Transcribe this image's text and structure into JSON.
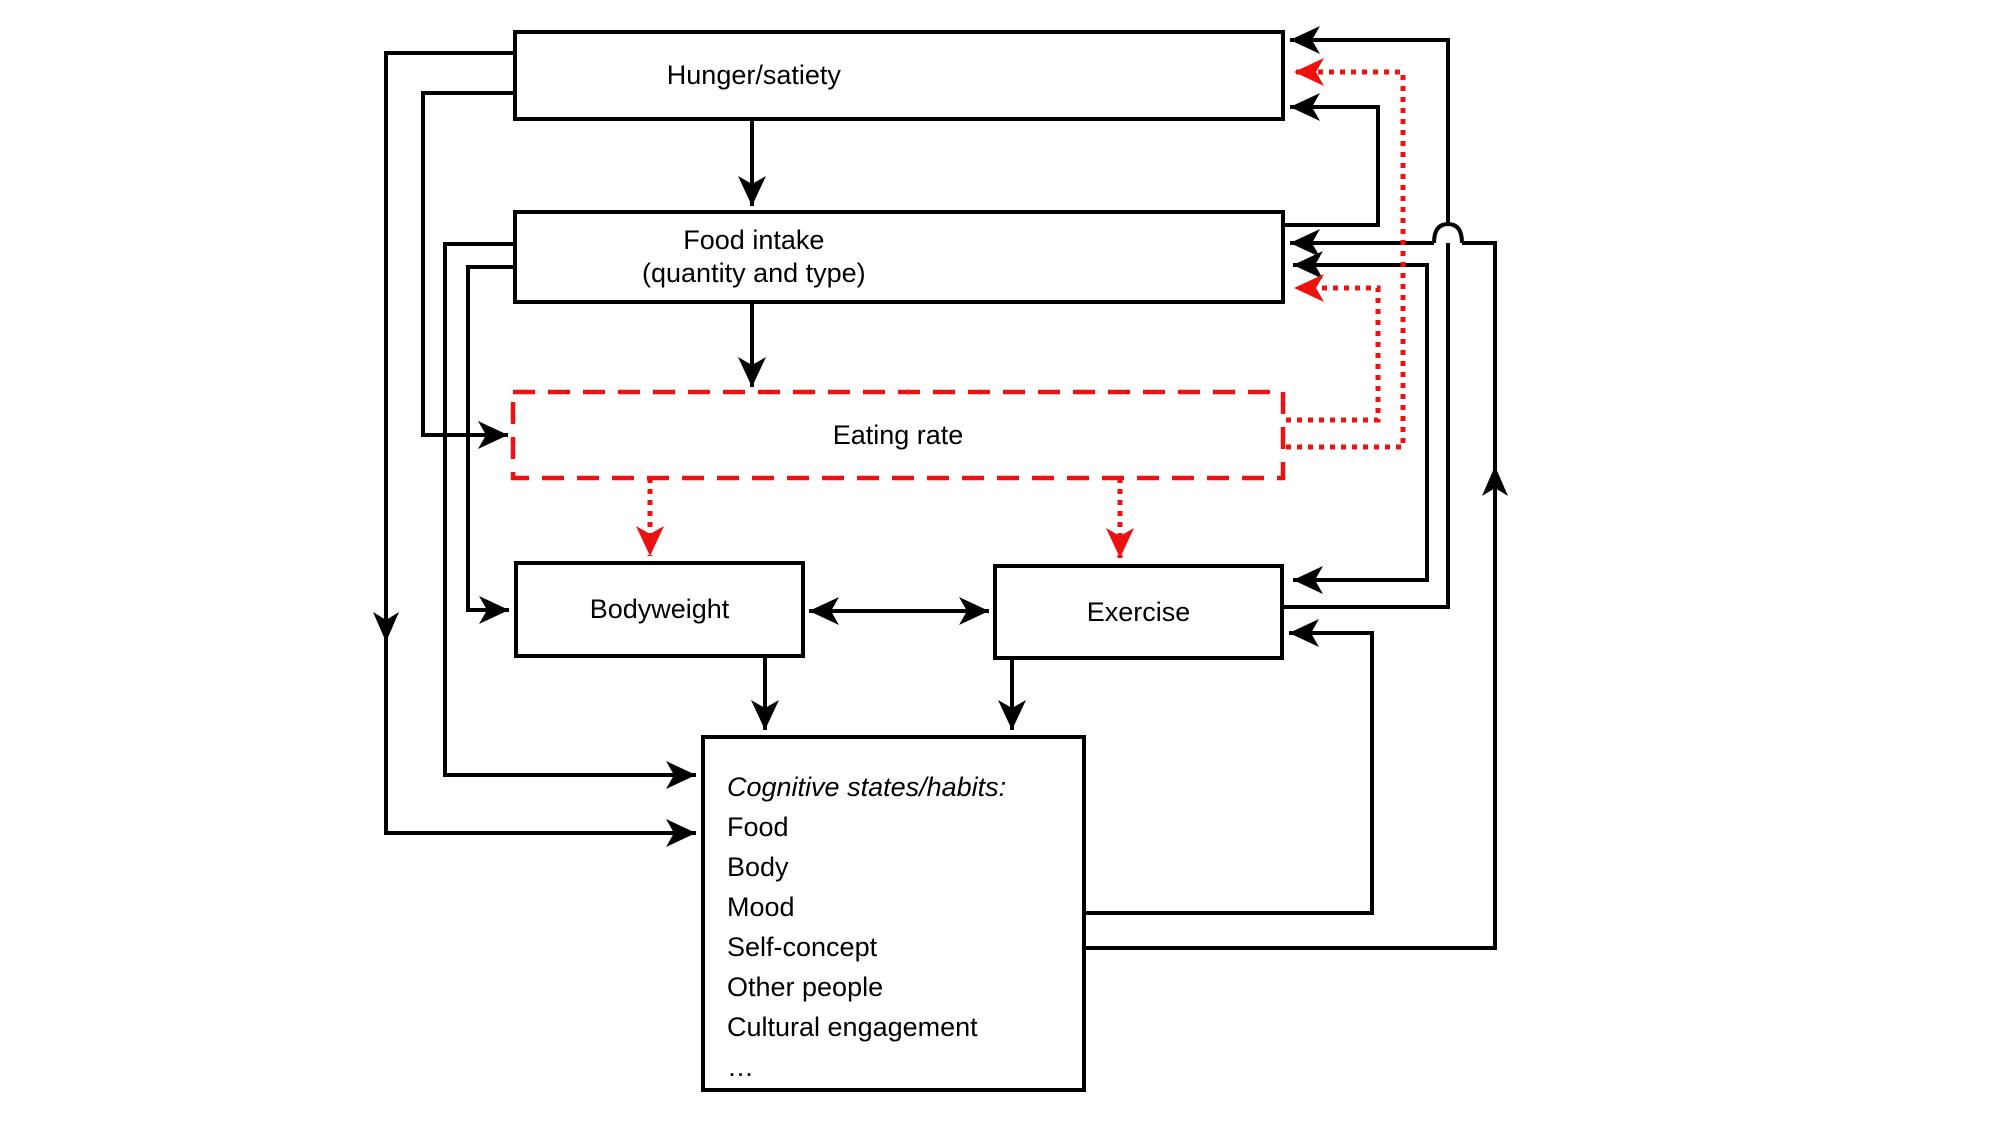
{
  "diagram": {
    "title": "Eating rate feedback diagram",
    "colors": {
      "line": "#000000",
      "highlight_red": "#ee1111",
      "background": "#ffffff"
    },
    "boxes": {
      "hunger": {
        "label": "Hunger/satiety"
      },
      "food": {
        "label_line1": "Food intake",
        "label_line2": "(quantity and type)"
      },
      "eating_rate": {
        "label": "Eating rate"
      },
      "bodyweight": {
        "label": "Bodyweight"
      },
      "exercise": {
        "label": "Exercise"
      },
      "cognitive": {
        "title": "Cognitive states/habits:",
        "items": [
          "Food",
          "Body",
          "Mood",
          "Self-concept",
          "Other people",
          "Cultural engagement",
          "…"
        ]
      }
    },
    "edges": [
      {
        "from": "hunger",
        "to": "food",
        "style": "solid",
        "color": "#000000"
      },
      {
        "from": "food",
        "to": "eating_rate",
        "style": "solid",
        "color": "#000000"
      },
      {
        "from": "hunger",
        "to": "eating_rate",
        "style": "solid",
        "color": "#000000",
        "route": "left"
      },
      {
        "from": "hunger",
        "to": "cognitive",
        "style": "solid",
        "color": "#000000",
        "route": "far-left",
        "mid_arrowhead": "down"
      },
      {
        "from": "food",
        "to": "cognitive",
        "style": "solid",
        "color": "#000000",
        "route": "left"
      },
      {
        "from": "food",
        "to": "bodyweight",
        "style": "solid",
        "color": "#000000",
        "route": "left"
      },
      {
        "from": "food",
        "to": "hunger",
        "style": "solid",
        "color": "#000000",
        "route": "right"
      },
      {
        "from": "food",
        "to": "exercise",
        "style": "solid",
        "color": "#000000",
        "route": "right",
        "double_headed": true
      },
      {
        "from": "exercise",
        "to": "hunger",
        "style": "solid",
        "color": "#000000",
        "route": "right",
        "line_hop": true
      },
      {
        "from": "bodyweight",
        "to": "exercise",
        "style": "solid",
        "color": "#000000",
        "double_headed": true
      },
      {
        "from": "bodyweight",
        "to": "cognitive",
        "style": "solid",
        "color": "#000000"
      },
      {
        "from": "exercise",
        "to": "cognitive",
        "style": "solid",
        "color": "#000000"
      },
      {
        "from": "cognitive",
        "to": "exercise",
        "style": "solid",
        "color": "#000000",
        "route": "right"
      },
      {
        "from": "cognitive",
        "to": "food",
        "style": "solid",
        "color": "#000000",
        "route": "far-right",
        "mid_arrowhead": "up"
      },
      {
        "from": "eating_rate",
        "to": "food",
        "style": "dotted",
        "color": "#ee1111",
        "route": "right"
      },
      {
        "from": "eating_rate",
        "to": "hunger",
        "style": "dotted",
        "color": "#ee1111",
        "route": "right"
      },
      {
        "from": "eating_rate",
        "to": "bodyweight",
        "style": "dotted",
        "color": "#ee1111"
      },
      {
        "from": "eating_rate",
        "to": "exercise",
        "style": "dotted",
        "color": "#ee1111"
      }
    ]
  }
}
